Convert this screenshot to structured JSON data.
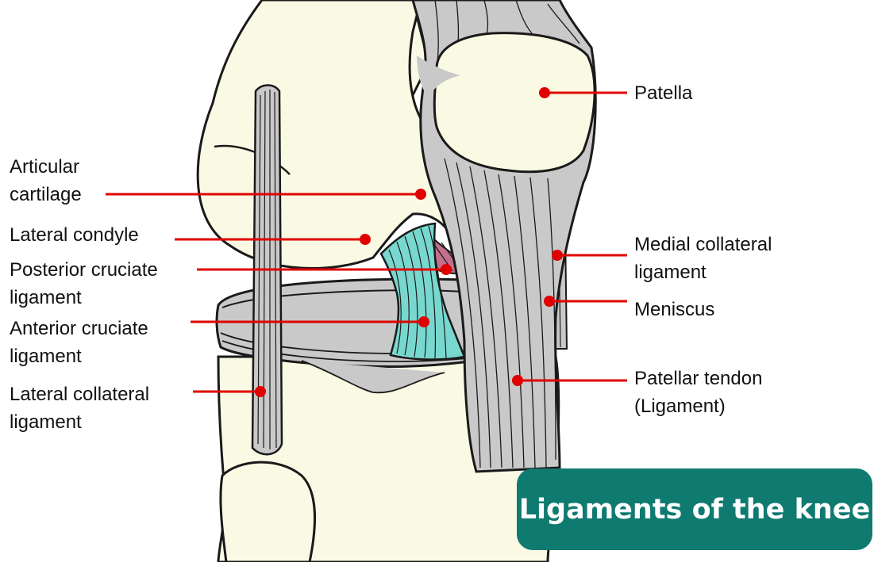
{
  "colors": {
    "bone": "#fafae4",
    "tissue": "#c9c9c9",
    "tissue_line": "#262626",
    "acl": "#78d8cf",
    "pcl": "#c4708b",
    "leader": "#e00000",
    "badge": "#0f7a70"
  },
  "title": "Ligaments of the knee",
  "labels": {
    "patella": "Patella",
    "articular_cartilage": "Articular\ncartilage",
    "lateral_condyle": "Lateral condyle",
    "posterior_cruciate": "Posterior cruciate\nligament",
    "anterior_cruciate": "Anterior cruciate\nligament",
    "lateral_collateral": "Lateral collateral\nligament",
    "medial_collateral": "Medial collateral\nligament",
    "meniscus": "Meniscus",
    "patellar_tendon": "Patellar tendon\n(Ligament)"
  }
}
